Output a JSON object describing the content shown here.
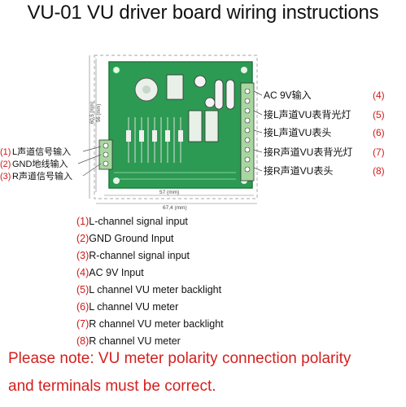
{
  "title": "VU-01 VU driver board wiring instructions",
  "left_labels": [
    {
      "num": "(1)",
      "text": "L声道信号输入"
    },
    {
      "num": "(2)",
      "text": "GND地线输入"
    },
    {
      "num": "(3)",
      "text": "R声道信号输入"
    }
  ],
  "right_labels": [
    {
      "text": "AC 9V输入",
      "num": "(4)"
    },
    {
      "text": "接L声道VU表背光灯",
      "num": "(5)"
    },
    {
      "text": "接L声道VU表头",
      "num": "(6)"
    },
    {
      "text": "接R声道VU表背光灯",
      "num": "(7)"
    },
    {
      "text": "接R声道VU表头",
      "num": "(8)"
    }
  ],
  "dimensions": {
    "height_inner": "56 (mm)",
    "height_outer": "60,5 (mm)",
    "width_inner": "57 (mm)",
    "width_outer": "67,4 (mm)"
  },
  "legend": [
    {
      "num": "(1)",
      "text": "L-channel signal input"
    },
    {
      "num": "(2)",
      "text": "GND Ground Input"
    },
    {
      "num": "(3)",
      "text": "R-channel signal input"
    },
    {
      "num": "(4)",
      "text": "AC 9V Input"
    },
    {
      "num": "(5)",
      "text": "L channel VU meter backlight"
    },
    {
      "num": "(6)",
      "text": "L channel VU meter"
    },
    {
      "num": "(7)",
      "text": "R channel VU meter backlight"
    },
    {
      "num": "(8)",
      "text": "R channel VU meter"
    }
  ],
  "note": {
    "line1": "Please note: VU meter polarity connection polarity",
    "line2": "and terminals must be correct."
  },
  "colors": {
    "pcb": "#2c9a52",
    "pcb_dark": "#1f7a3e",
    "terminal": "#a8d8a0",
    "accent_red": "#d01818",
    "note_red": "#d4201e"
  }
}
